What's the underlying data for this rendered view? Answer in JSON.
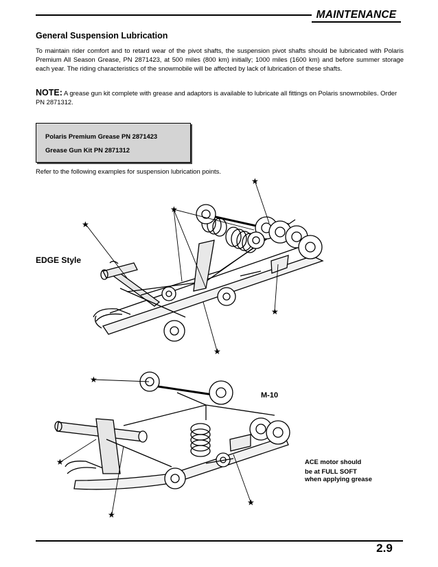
{
  "header": {
    "section": "MAINTENANCE"
  },
  "section_title": "General Suspension Lubrication",
  "intro": "To maintain rider comfort and to retard wear of the pivot shafts, the suspension pivot shafts should be lubricated with Polaris Premium All Season Grease, PN 2871423, at 500 miles (800 km) initially; 1000 miles (1600 km) and before summer storage each year.  The riding characteristics of the snowmobile will be affected by lack of lubrication of these shafts.",
  "note": {
    "label": "NOTE:",
    "text": "A grease gun kit complete with grease and adaptors is available to lubricate all fittings on Polaris snowmobiles. Order PN 2871312."
  },
  "parts_box": {
    "line1": "Polaris Premium Grease PN 2871423",
    "line2": "Grease Gun Kit PN 2871312"
  },
  "refer_text": "Refer to the following examples for suspension lubrication points.",
  "figures": {
    "edge_label": "EDGE Style",
    "m10_label": "M-10",
    "ace_note": {
      "line1": "ACE motor should",
      "line2": "be at FULL SOFT",
      "line3": "when applying grease"
    }
  },
  "footer": {
    "page_number": "2.9"
  }
}
